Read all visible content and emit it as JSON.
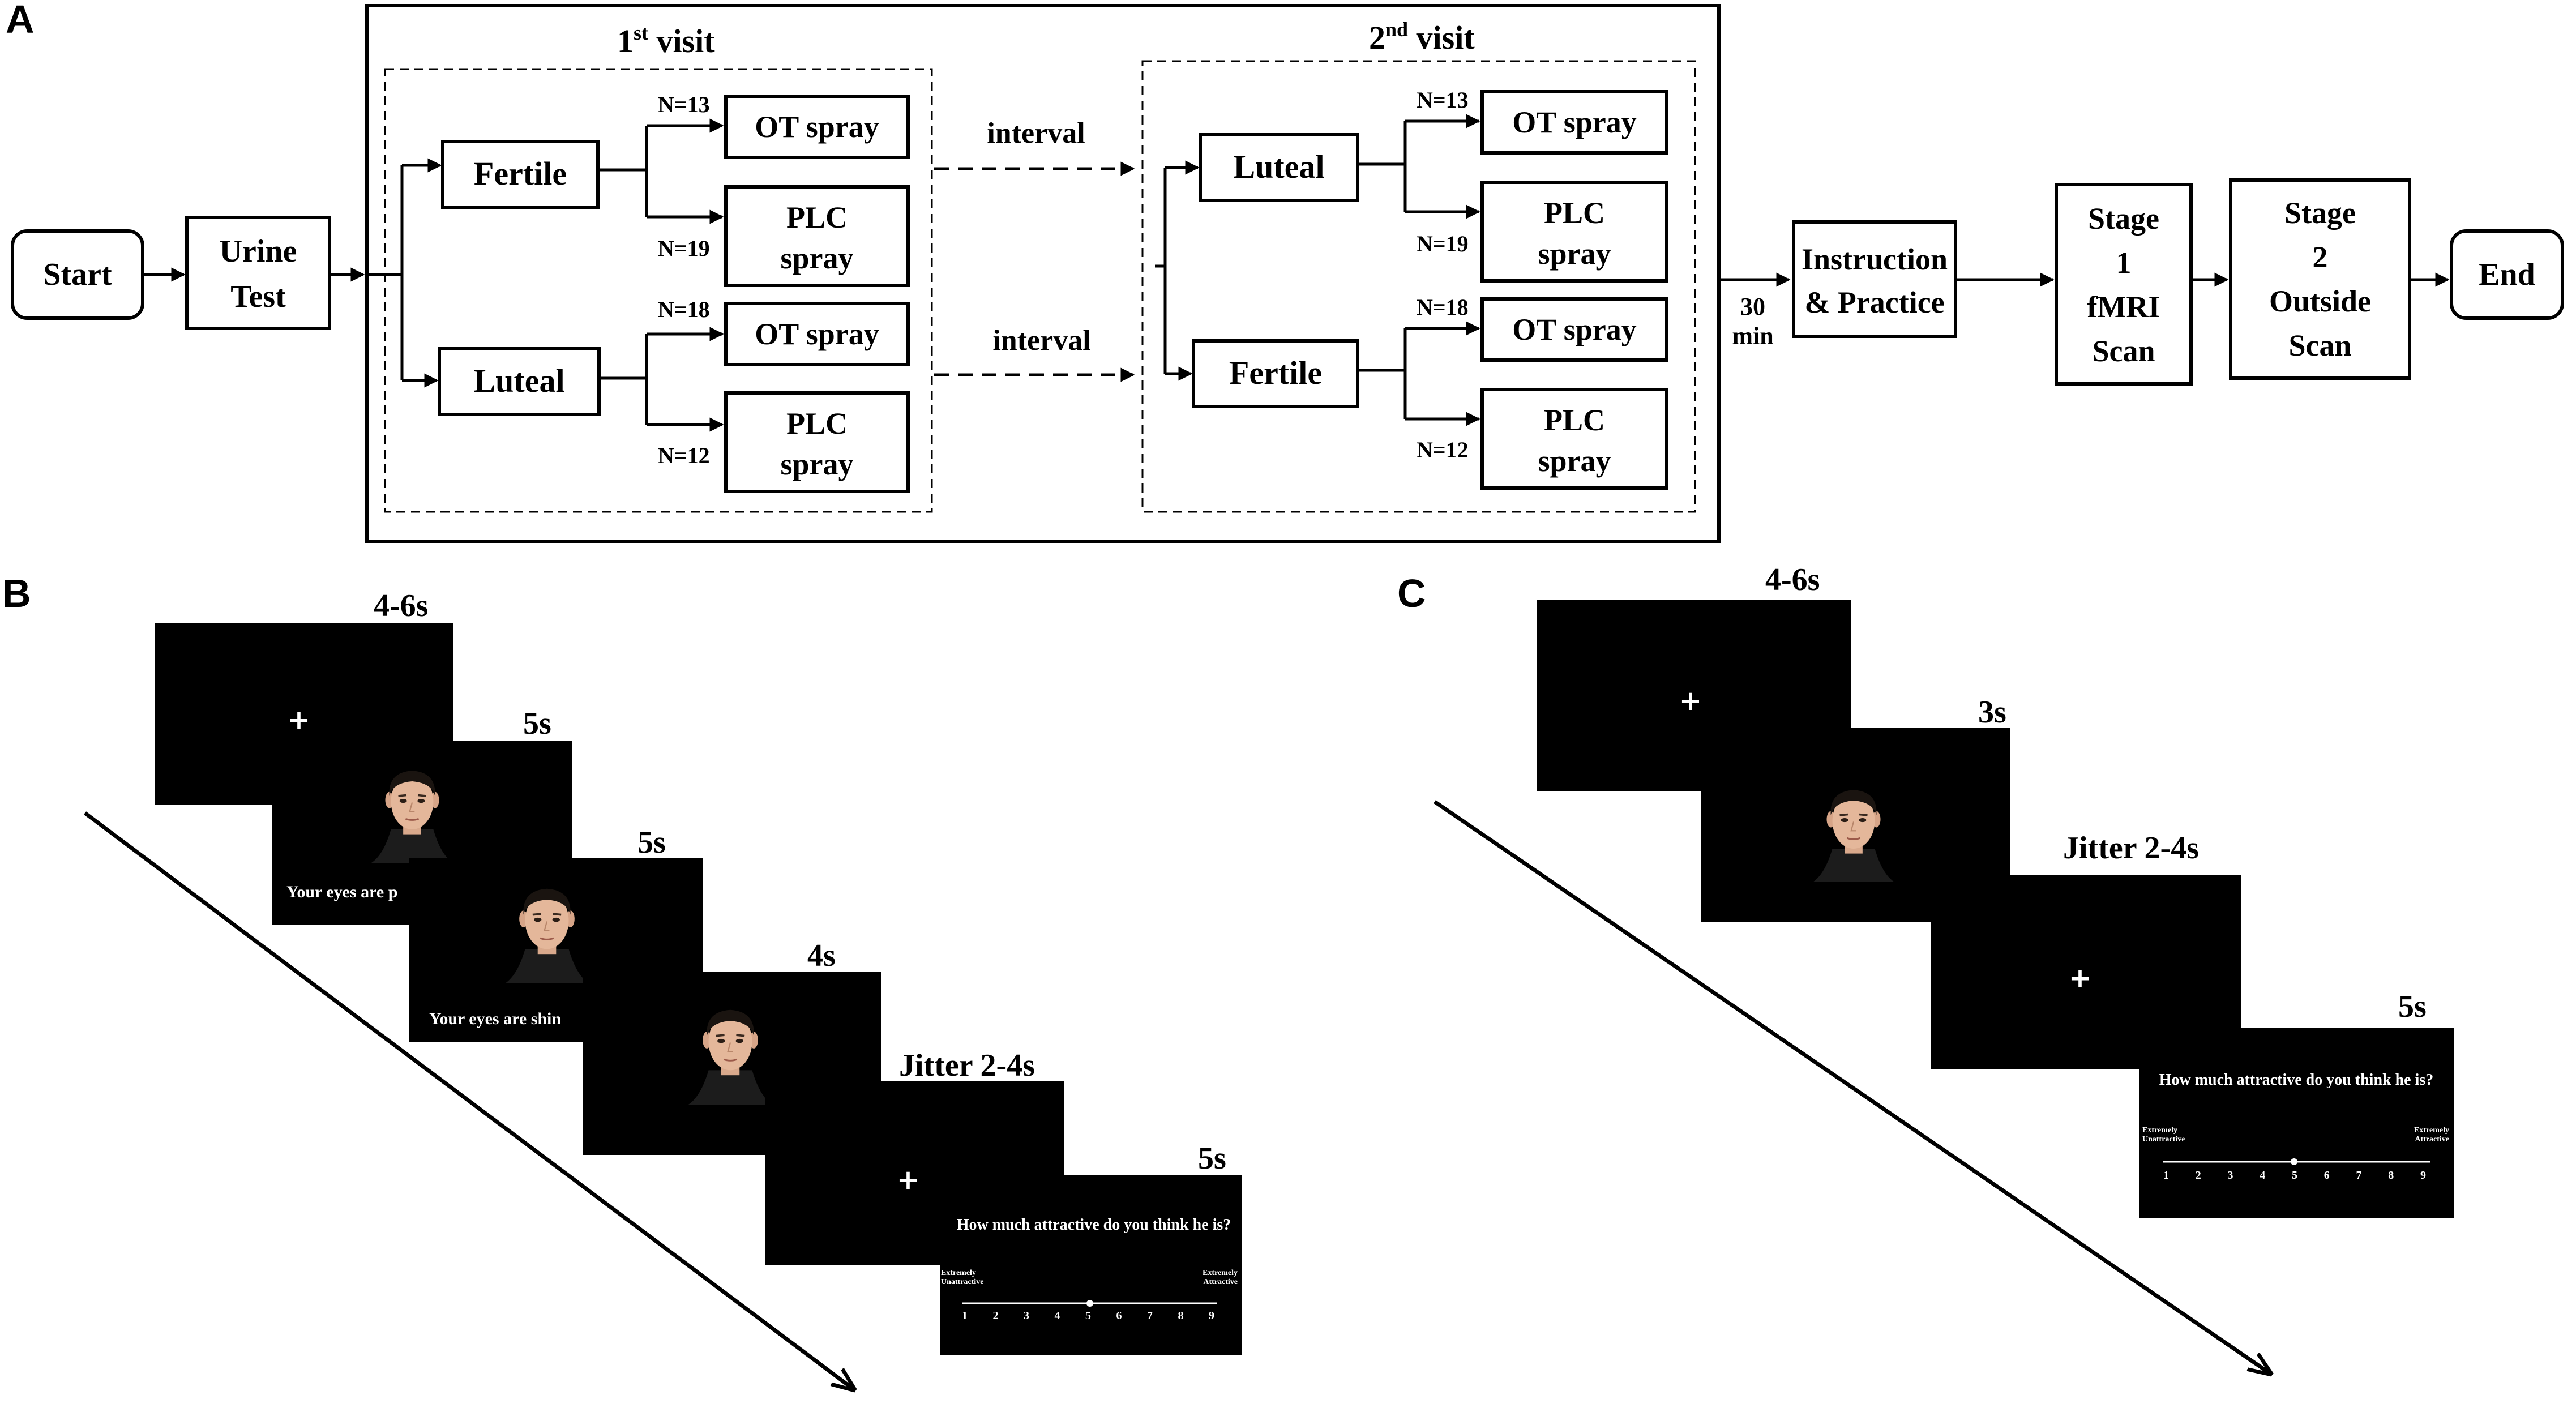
{
  "panels": {
    "a": "A",
    "b": "B",
    "c": "C"
  },
  "flow": {
    "start": "Start",
    "urine": [
      "Urine",
      "Test"
    ],
    "visit1_title": "1",
    "visit1_sup": "st",
    "visit1_word": " visit",
    "visit2_title": "2",
    "visit2_sup": "nd",
    "visit2_word": "  visit",
    "fertile": "Fertile",
    "luteal": "Luteal",
    "ot_spray": "OT spray",
    "plc": "PLC",
    "spray": "spray",
    "n13": "N=13",
    "n19": "N=19",
    "n18": "N=18",
    "n12": "N=12",
    "interval": "interval",
    "thirty": "30",
    "min": "min",
    "instruction": [
      "Instruction",
      "& Practice"
    ],
    "stage1": [
      "Stage",
      "1",
      "fMRI",
      "Scan"
    ],
    "stage2": [
      "Stage",
      "2",
      "Outside",
      "Scan"
    ],
    "end": "End"
  },
  "trial_b": {
    "t1": "4-6s",
    "t2": "5s",
    "t3": "5s",
    "t4": "4s",
    "t5": "Jitter 2-4s",
    "t6": "5s",
    "caption1": "Your eyes are p",
    "caption2": "Your eyes are shin",
    "question": "How much attractive do you think he is?",
    "left_anchor": [
      "Extremely",
      "Unattractive"
    ],
    "right_anchor": [
      "Extremely",
      "Attractive"
    ],
    "scale": [
      "1",
      "2",
      "3",
      "4",
      "5",
      "6",
      "7",
      "8",
      "9"
    ]
  },
  "trial_c": {
    "t1": "4-6s",
    "t2": "3s",
    "t3": "Jitter 2-4s",
    "t4": "5s",
    "question": "How much attractive do you think he is?",
    "left_anchor": [
      "Extremely",
      "Unattractive"
    ],
    "right_anchor": [
      "Extremely",
      "Attractive"
    ],
    "scale": [
      "1",
      "2",
      "3",
      "4",
      "5",
      "6",
      "7",
      "8",
      "9"
    ]
  },
  "colors": {
    "screen": "#000000",
    "skin": "#e4b79a",
    "hair": "#1a1410",
    "shirt": "#1c1c1c"
  }
}
